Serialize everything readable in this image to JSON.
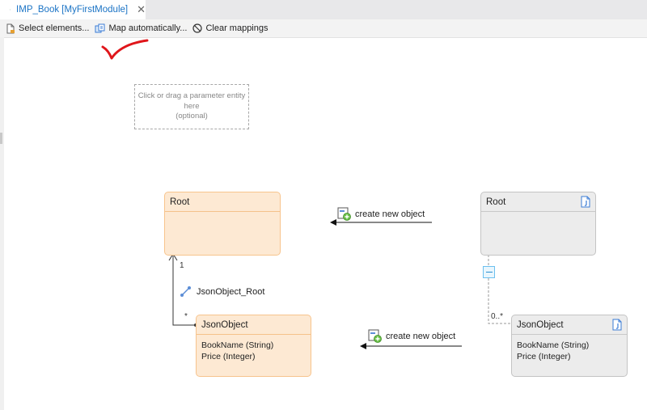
{
  "tab": {
    "title": "IMP_Book [MyFirstModule]",
    "close": "✕"
  },
  "toolbar": {
    "select_label": "Select elements...",
    "map_label": "Map automatically...",
    "clear_label": "Clear mappings"
  },
  "hint": {
    "line1": "Click or drag a parameter entity",
    "line2": "here",
    "line3": "(optional)"
  },
  "left_entities": {
    "root": {
      "name": "Root"
    },
    "json": {
      "name": "JsonObject",
      "attrs": [
        "BookName (String)",
        "Price (Integer)"
      ]
    }
  },
  "association": {
    "name": "JsonObject_Root",
    "mult_top": "1",
    "mult_bottom": "*"
  },
  "right_entities": {
    "root": {
      "name": "Root"
    },
    "json": {
      "name": "JsonObject",
      "attrs": [
        "BookName (String)",
        "Price (Integer)"
      ],
      "mult": "0..*"
    }
  },
  "actions": {
    "top": "create new object",
    "bottom": "create new object"
  },
  "colors": {
    "accent": "#1a73c5",
    "orange_fill": "#fde9d3",
    "orange_border": "#f7c48d",
    "gray_fill": "#ececec",
    "annotation": "#e0161b"
  },
  "icons": [
    "select-elements-icon",
    "map-automatically-icon",
    "clear-mappings-icon",
    "association-icon",
    "create-object-icon",
    "json-document-icon"
  ]
}
